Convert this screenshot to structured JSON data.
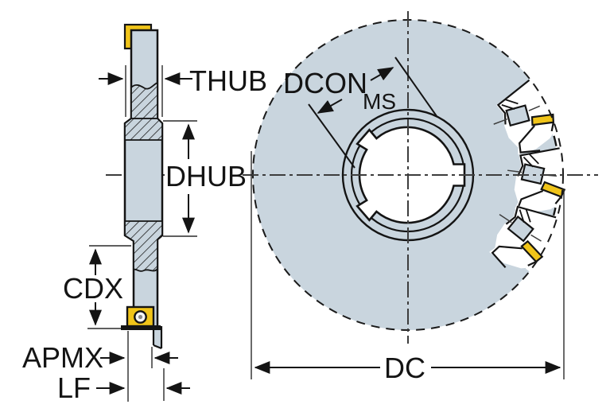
{
  "diagram": {
    "title": "Side and face milling cutter dimension drawing",
    "views": {
      "side_view": "cutter side profile with hub section",
      "front_view": "cutter face with bore, hub circles and insert teeth"
    },
    "labels": {
      "thub": "THUB",
      "dhub": "DHUB",
      "cdx": "CDX",
      "apmx": "APMX",
      "lf": "LF",
      "dcon": "DCON",
      "dcon_sub": "MS",
      "dc": "DC"
    },
    "colors": {
      "body_fill": "#c9d5de",
      "insert_yellow": "#f0c419",
      "line": "#141414",
      "centerline": "#3d3d3d",
      "background": "#ffffff"
    }
  }
}
